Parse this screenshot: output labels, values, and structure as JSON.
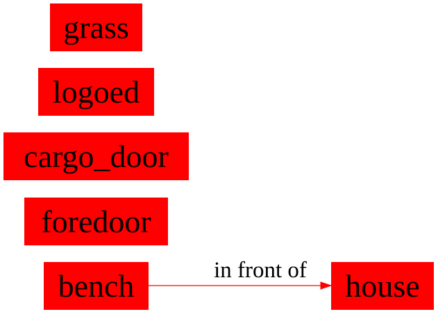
{
  "diagram": {
    "nodes": {
      "grass": "grass",
      "logoed": "logoed",
      "cargo_door": "cargo_door",
      "foredoor": "foredoor",
      "bench": "bench",
      "house": "house"
    },
    "edges": [
      {
        "from": "bench",
        "to": "house",
        "label": "in front of"
      }
    ],
    "colors": {
      "node_fill": "#ff0000",
      "edge_stroke": "#ff0000",
      "text": "#000000"
    }
  }
}
